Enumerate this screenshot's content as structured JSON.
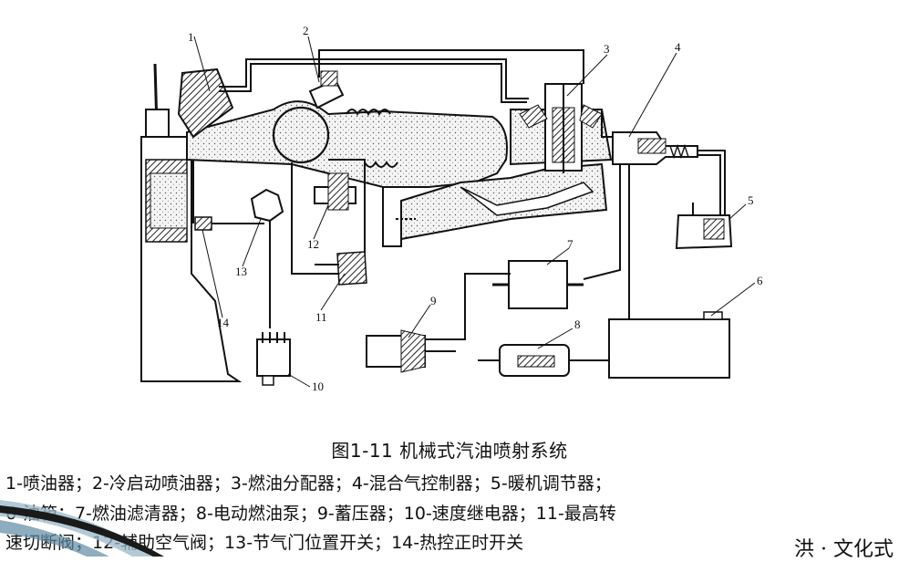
{
  "caption": "图1-11  机械式汽油喷射系统",
  "legend": {
    "line1": "1-喷油器；2-冷启动喷油器；3-燃油分配器；4-混合气控制器；5-暖机调节器；",
    "line2": "6-油箱；7-燃油滤清器；8-电动燃油泵；9-蓄压器；10-速度继电器；11-最高转",
    "line3": "速切断阀；12-辅助空气阀；13-节气门位置开关；14-热控正时开关"
  },
  "numbers": [
    "1",
    "2",
    "3",
    "4",
    "5",
    "6",
    "7",
    "8",
    "9",
    "10",
    "11",
    "12",
    "13",
    "14"
  ],
  "corner_text": "洪 · 文化式"
}
